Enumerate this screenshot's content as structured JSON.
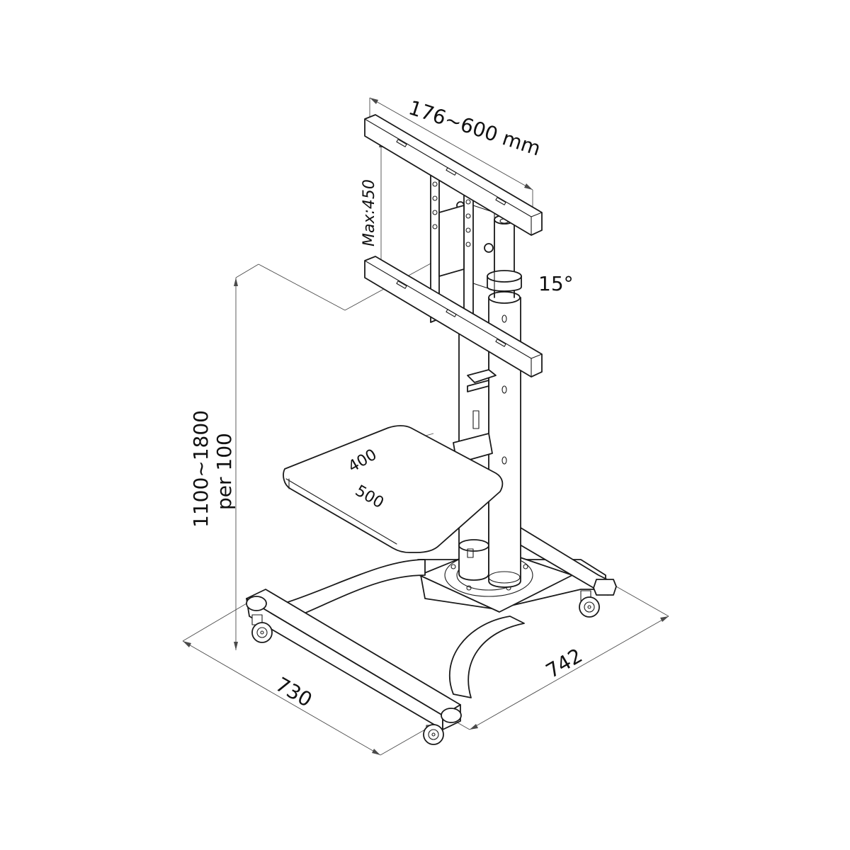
{
  "dimensions": {
    "vesa_width": "176~600 mm",
    "vesa_height": "Max:450",
    "tilt": "15°",
    "height_range": "1100~1800",
    "height_step": "per 100",
    "shelf_depth": "400",
    "shelf_width": "500",
    "base_depth": "730",
    "base_width": "742"
  }
}
